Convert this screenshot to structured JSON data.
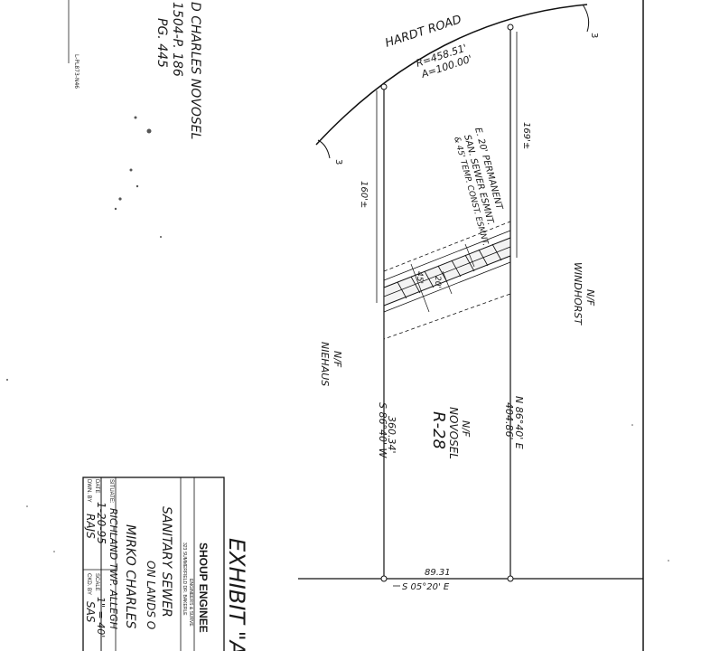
{
  "sheet_stamp": "L-PL873-N46",
  "title_side": {
    "grantor_line": "D CHARLES NOVOSEL",
    "deed_ref": "1504-P. 186",
    "page_ref": "PG. 445"
  },
  "road": {
    "name": "HARDT ROAD",
    "radius": "R=458.51'",
    "arc": "A=100.00'"
  },
  "easement_note": {
    "line1": "E. 20' PERMANENT",
    "line2": "SAN. SEWER ESMNT.",
    "line3": "& 45' TEMP. CONST. ESMNT."
  },
  "dims": {
    "left_offset": "160'±",
    "right_offset": "169'±",
    "esmt_20": "20'",
    "esmt_45": "45'",
    "section_mark_left": "3",
    "section_mark_right": "3"
  },
  "neighbors": {
    "west_owner_nf": "N/F",
    "west_owner": "NIEHAUS",
    "east_owner_nf": "N/F",
    "east_owner": "WINDHORST"
  },
  "parcel": {
    "nf": "N/F",
    "owner": "NOVOSEL",
    "number": "R-28"
  },
  "bearings": {
    "west_side": "S 86°40' W",
    "west_dist": "360.34'",
    "east_side": "N 86°40' E",
    "east_dist": "404.86'",
    "base_dist": "89.31",
    "base_bearing": "S 05°20' E"
  },
  "exhibit": "EXHIBIT \"A\"",
  "title_block": {
    "company": "SHOUP ENGINEE",
    "subtitle": "ENGINEERS & SURVE",
    "address": "323 SUMMERFIELD DR. BAKERLE",
    "project_line1": "SANITARY SEWER",
    "project_line2": "ON LANDS O",
    "owner_line": "MIRKO CHARLES",
    "situate_label": "SITUATE:",
    "situate_value": "RICHLAND TWP. ALLEGH",
    "date_label": "DATE",
    "date_value": "1-20-95",
    "scale_label": "SCALE",
    "scale_value": "1\" = 40'",
    "drawn_label": "DWN. BY",
    "drawn_value": "RAJS",
    "checked_label": "CKD. BY",
    "checked_value": "SAS"
  }
}
